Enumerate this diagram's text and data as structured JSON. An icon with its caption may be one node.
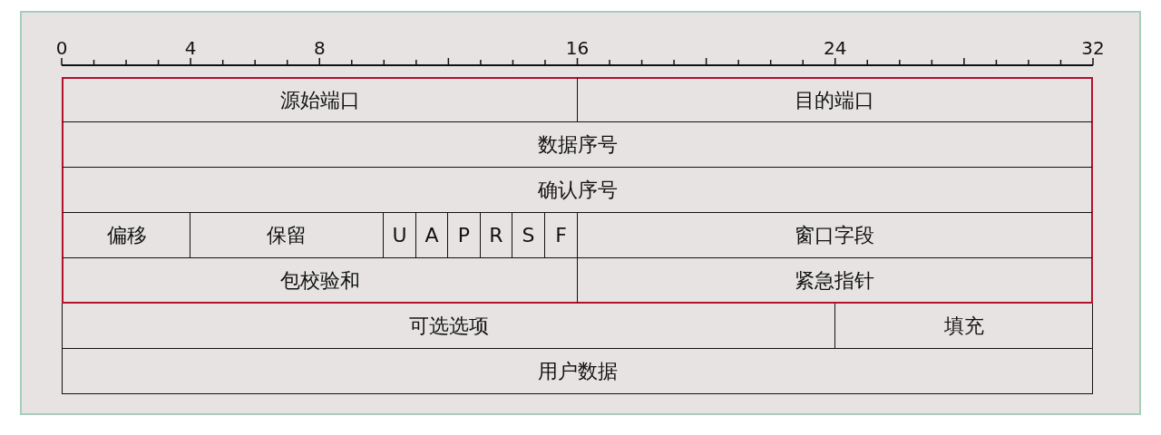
{
  "diagram": {
    "nodes": [
      {
        "text": [
          "源始端口"
        ]
      },
      {
        "text": [
          "目的端口"
        ]
      },
      {
        "text": [
          "数据序号"
        ]
      },
      {
        "text": [
          "确认序号"
        ]
      },
      {
        "text": [
          "偏移"
        ]
      },
      {
        "text": [
          "保留"
        ]
      },
      {
        "text": [
          "U"
        ]
      },
      {
        "text": [
          "A"
        ]
      },
      {
        "text": [
          "P"
        ]
      },
      {
        "text": [
          "R"
        ]
      },
      {
        "text": [
          "S"
        ]
      },
      {
        "text": [
          "F"
        ]
      },
      {
        "text": [
          "窗口字段"
        ]
      },
      {
        "text": [
          "包校验和"
        ]
      },
      {
        "text": [
          "紧急指针"
        ]
      },
      {
        "text": [
          "可选选项"
        ]
      },
      {
        "text": [
          "填充"
        ]
      },
      {
        "text": [
          "用户数据"
        ]
      }
    ],
    "edges": [],
    "labels": [
      "0",
      "4",
      "8",
      "16",
      "24",
      "32"
    ]
  }
}
